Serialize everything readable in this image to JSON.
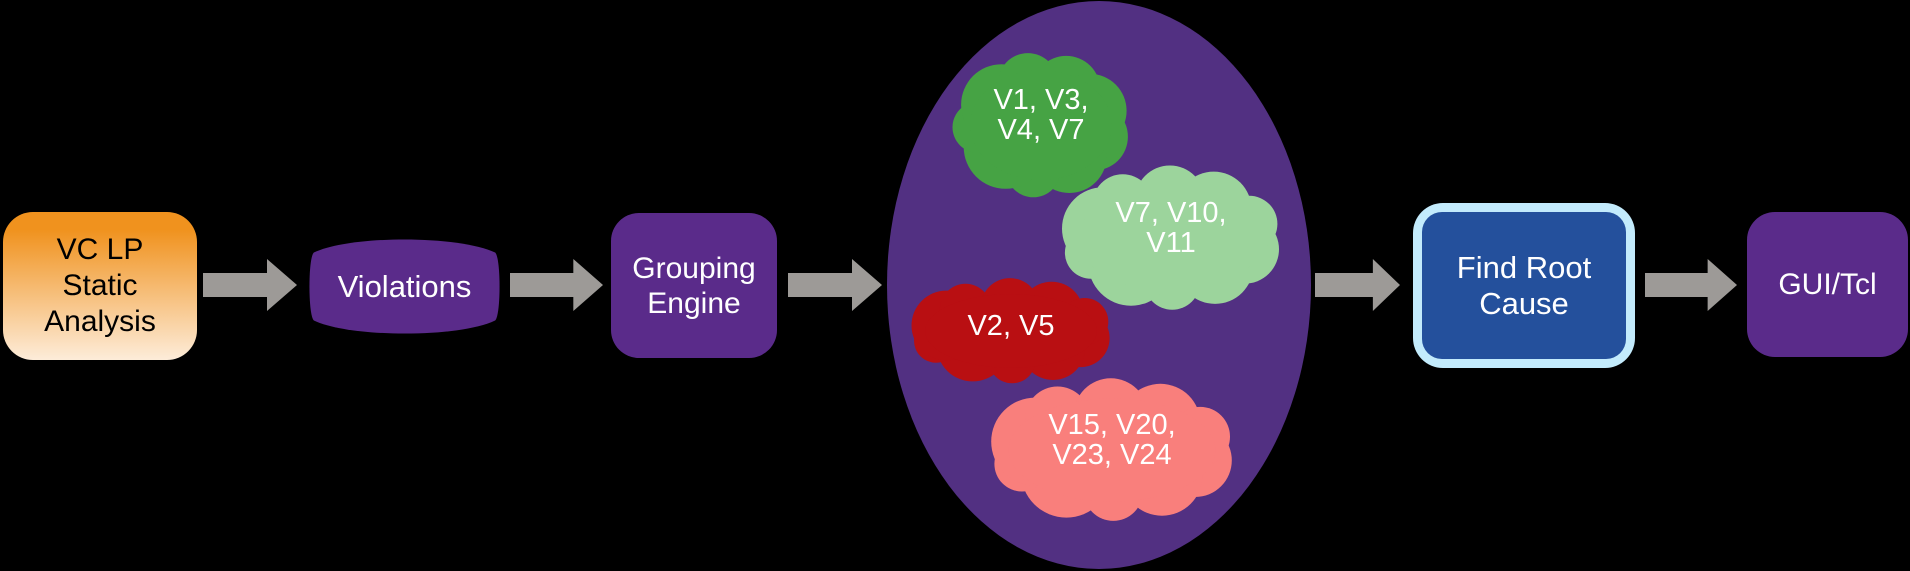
{
  "diagram": {
    "background": "#000000",
    "arrow_color": "#9d9a97",
    "static_analysis": {
      "label": "VC LP\nStatic\nAnalysis",
      "fill_top": "#f0921e",
      "fill_bottom": "#fdecd9",
      "text_color": "#000000"
    },
    "violations": {
      "label": "Violations",
      "fill": "#5a2b8a"
    },
    "grouping_engine": {
      "label": "Grouping\nEngine",
      "fill": "#5a2b8a"
    },
    "violation_groups": {
      "fill": "#523082",
      "clouds": [
        {
          "label": "V1, V3,\nV4, V7",
          "fill": "#46a344"
        },
        {
          "label": "V7, V10,\nV11",
          "fill": "#9cd49c"
        },
        {
          "label": "V2, V5",
          "fill": "#b90f12"
        },
        {
          "label": "V15, V20,\nV23, V24",
          "fill": "#f97f7c"
        }
      ]
    },
    "find_root_cause": {
      "label": "Find Root\nCause",
      "fill": "#24509c",
      "border": "#c3ebfc"
    },
    "gui_tcl": {
      "label": "GUI/Tcl",
      "fill": "#5a2b8a"
    }
  }
}
